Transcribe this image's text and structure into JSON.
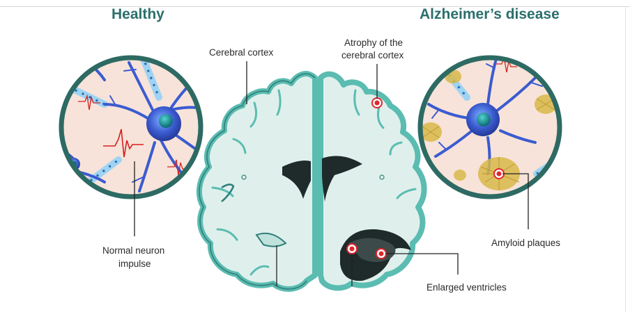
{
  "titles": {
    "healthy": "Healthy",
    "alzheimers": "Alzheimer’s disease"
  },
  "labels": {
    "cerebral_cortex": "Cerebral cortex",
    "atrophy_line1": "Atrophy of the",
    "atrophy_line2": "cerebral cortex",
    "normal_neuron_line1": "Normal neuron",
    "normal_neuron_line2": "impulse",
    "amyloid_plaques": "Amyloid plaques",
    "enlarged_ventricles": "Enlarged ventricles"
  },
  "colors": {
    "title": "#2b6f6c",
    "brain_fill": "#dff0ec",
    "brain_edge": "#5bbcb1",
    "brain_dark_edge": "#2f7f79",
    "circle_border": "#2d6a63",
    "circle_fill": "#f7e3d9",
    "neuron": "#3b5bd0",
    "impulse": "#d61f1f",
    "plaque": "#d9b94a",
    "marker": "#e0262e"
  },
  "icons": {
    "neuron": "neuron-icon",
    "plaque": "amyloid-plaque-icon",
    "impulse": "impulse-spike-icon",
    "marker": "red-dot-marker-icon"
  }
}
